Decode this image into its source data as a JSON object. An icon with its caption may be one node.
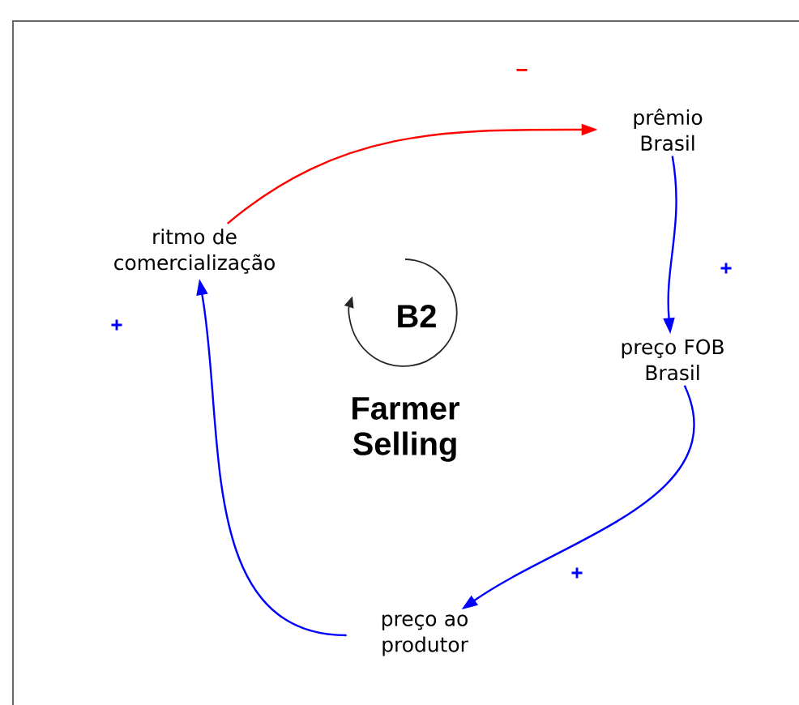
{
  "diagram": {
    "nodes": [
      {
        "text": [
          "ritmo de comercialização"
        ]
      },
      {
        "text": [
          "prêmio Brasil"
        ]
      },
      {
        "text": [
          "preço FOB Brasil"
        ]
      },
      {
        "text": [
          "preço ao produtor"
        ]
      }
    ],
    "edges": [
      {
        "from": 0,
        "to": 1,
        "arrow": "to",
        "label": "−",
        "color": "#ff0000"
      },
      {
        "from": 1,
        "to": 2,
        "arrow": "to",
        "label": "+"
      },
      {
        "from": 2,
        "to": 3,
        "arrow": "to",
        "label": "+"
      },
      {
        "from": 3,
        "to": 0,
        "arrow": "to",
        "label": "+"
      }
    ],
    "labels": [
      "B2",
      "Farmer Selling"
    ]
  }
}
